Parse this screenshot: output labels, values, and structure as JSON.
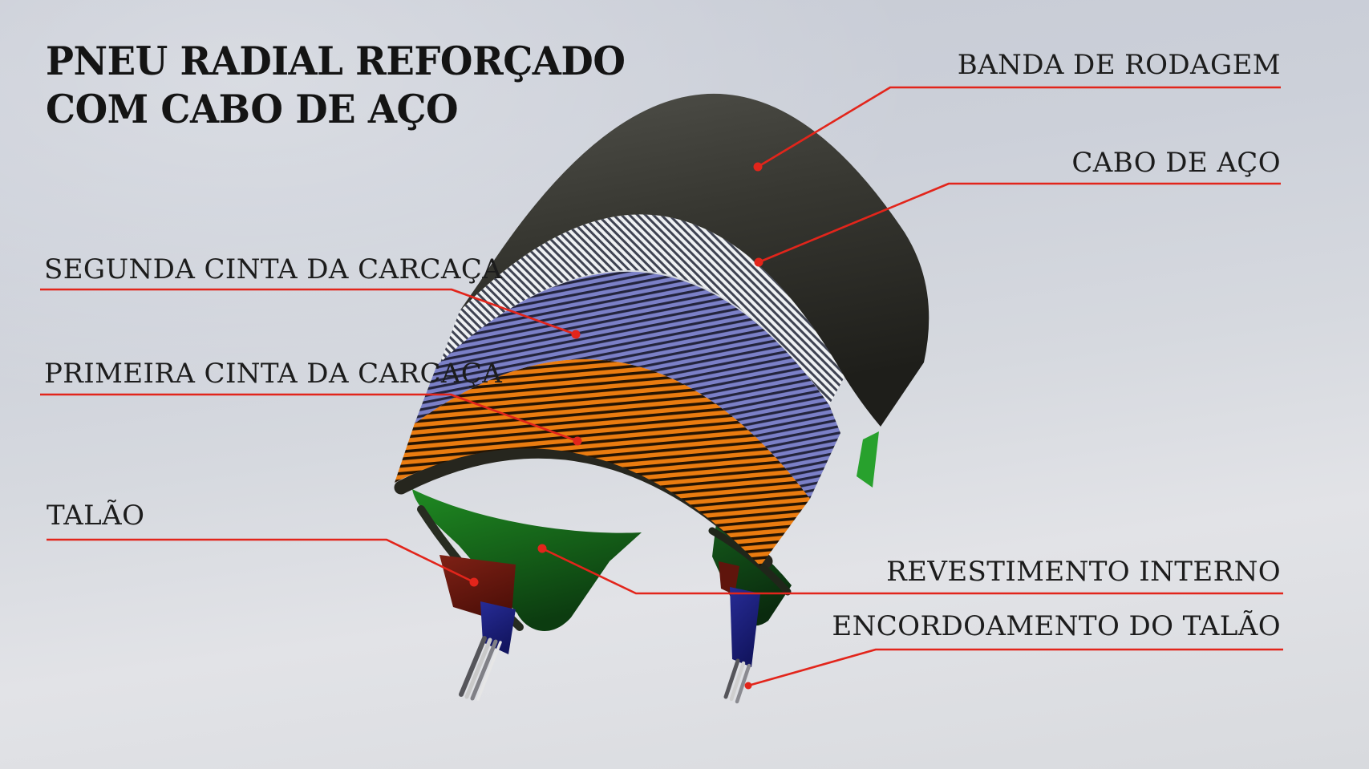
{
  "title": {
    "line1": "PNEU RADIAL REFORÇADO",
    "line2": "COM CABO DE AÇO"
  },
  "callouts": [
    {
      "id": "banda-de-rodagem",
      "label": "BANDA DE RODAGEM",
      "side": "right",
      "points_to": "tread"
    },
    {
      "id": "cabo-de-aco",
      "label": "CABO DE AÇO",
      "side": "right",
      "points_to": "steel-cable-band"
    },
    {
      "id": "segunda-cinta",
      "label": "SEGUNDA CINTA DA CARCAÇA",
      "side": "left",
      "points_to": "second-carcass-belt"
    },
    {
      "id": "primeira-cinta",
      "label": "PRIMEIRA CINTA DA CARCAÇA",
      "side": "left",
      "points_to": "first-carcass-belt"
    },
    {
      "id": "talao",
      "label": "TALÃO",
      "side": "left",
      "points_to": "bead"
    },
    {
      "id": "revestimento-interno",
      "label": "REVESTIMENTO INTERNO",
      "side": "right",
      "points_to": "inner-liner"
    },
    {
      "id": "encordoamento-do-talao",
      "label": "ENCORDOAMENTO DO TALÃO",
      "side": "right",
      "points_to": "bead-cord"
    }
  ],
  "colors": {
    "accent_red": "#e2251b",
    "text": "#1c1c1c",
    "background": "#d3d6de",
    "tread": "#32322c",
    "steel_cable_band": "#eef0f2",
    "second_carcass_belt": "#7b80c7",
    "first_carcass_belt": "#e87c10",
    "inner_liner": "#1c7a1e",
    "bead": "#6f1b12",
    "bead_sheath": "#1c2070",
    "bead_cord_wire": "#9a9a9a"
  }
}
